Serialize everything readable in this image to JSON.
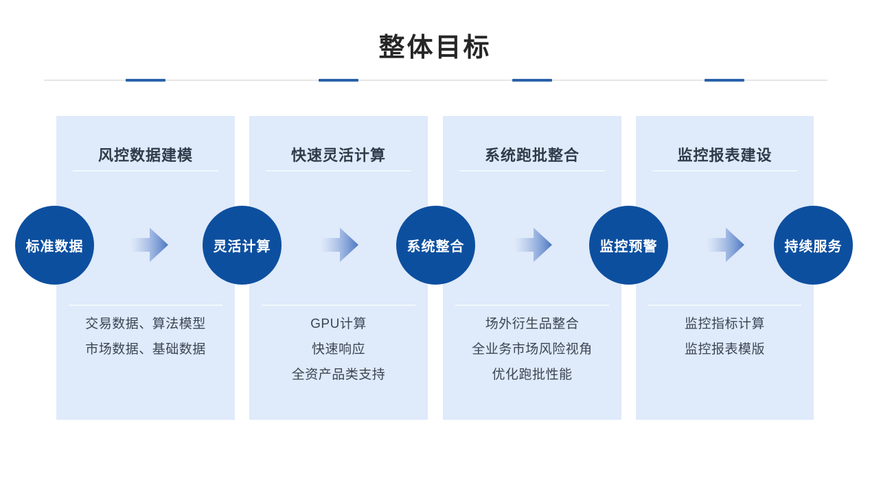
{
  "title": "整体目标",
  "colors": {
    "accent_blue": "#0d4f9f",
    "card_bg": "#dfeafa",
    "tick_blue": "#2a63a8",
    "line_gray": "#e6e6e6",
    "title_color": "#262626",
    "heading_color": "#2f3b49",
    "body_color": "#3c4554",
    "divider_white": "#f2f8ff",
    "arrow_tail": "#e6eefb",
    "arrow_tip": "#4b76c2",
    "circle_text": "#ffffff"
  },
  "columns": [
    {
      "header": "风控数据建模",
      "items": [
        "交易数据、算法模型",
        "市场数据、基础数据"
      ]
    },
    {
      "header": "快速灵活计算",
      "items": [
        "GPU计算",
        "快速响应",
        "全资产品类支持"
      ]
    },
    {
      "header": "系统跑批整合",
      "items": [
        "场外衍生品整合",
        "全业务市场风险视角",
        "优化跑批性能"
      ]
    },
    {
      "header": "监控报表建设",
      "items": [
        "监控指标计算",
        "监控报表模版"
      ]
    }
  ],
  "flow_nodes": [
    {
      "label": "标准数据"
    },
    {
      "label": "灵活计算"
    },
    {
      "label": "系统整合"
    },
    {
      "label": "监控预警"
    },
    {
      "label": "持续服务"
    }
  ]
}
